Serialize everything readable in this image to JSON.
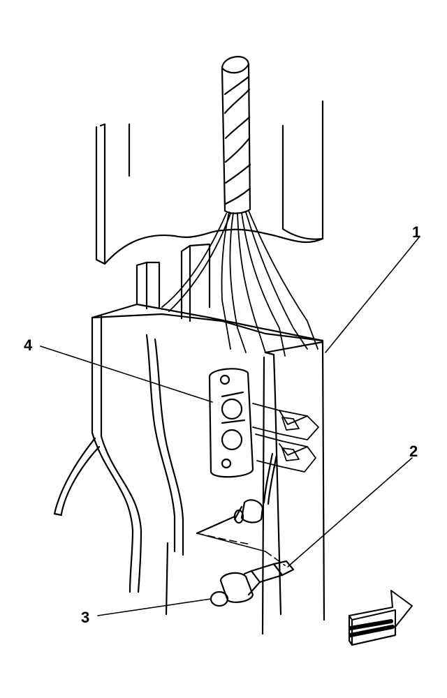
{
  "diagram": {
    "callouts": [
      {
        "id": "1",
        "label": "1"
      },
      {
        "id": "2",
        "label": "2"
      },
      {
        "id": "3",
        "label": "3"
      },
      {
        "id": "4",
        "label": "4"
      }
    ],
    "direction_indicator": "arrow-right-icon",
    "colors": {
      "line": "#000000",
      "background": "#ffffff"
    }
  }
}
